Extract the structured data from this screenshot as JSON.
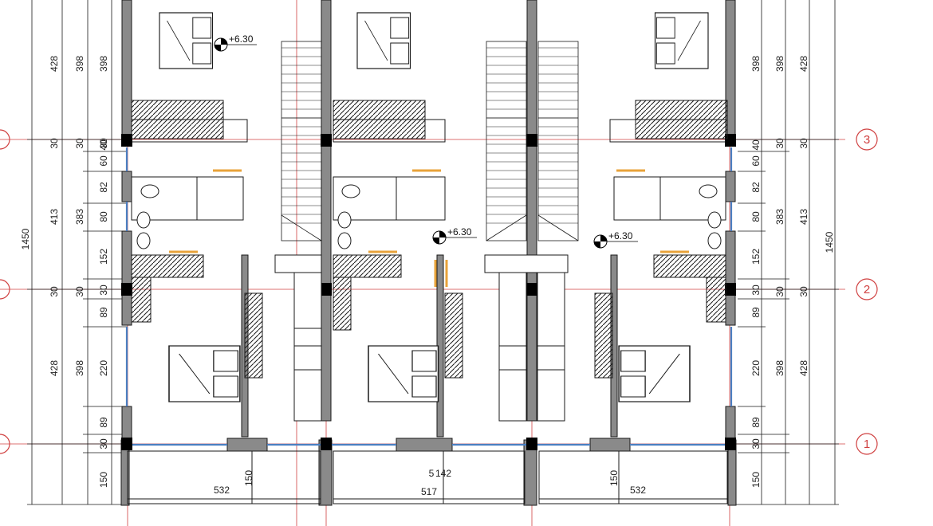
{
  "drawing": {
    "left_dimension_chain": {
      "inner": [
        "398",
        "30",
        "40",
        "60",
        "82",
        "80",
        "383",
        "152",
        "30",
        "89",
        "220",
        "398",
        "89",
        "30",
        "150"
      ],
      "middle": [
        "428",
        "30",
        "413",
        "30",
        "428"
      ],
      "overall": "1450",
      "inner_left": [
        "398",
        "30",
        "383",
        "30",
        "398"
      ]
    },
    "right_dimension_chain": {
      "inner": [
        "398",
        "40",
        "60",
        "82",
        "80",
        "383",
        "152",
        "30",
        "89",
        "220",
        "398",
        "89",
        "30",
        "150"
      ],
      "middle": [
        "398",
        "30",
        "383",
        "30",
        "398"
      ],
      "outer": [
        "428",
        "30",
        "413",
        "30",
        "428"
      ],
      "overall": "1450"
    },
    "level_marks": [
      "+6.30",
      "+6.30",
      "+6.30"
    ],
    "axis_labels": [
      "3",
      "2",
      "1"
    ],
    "bottom_dimensions": {
      "unit_left_width": "532",
      "unit_left_balcony": "150",
      "unit_mid_width": "517",
      "unit_mid_extra": "142",
      "unit_mid_balcony": "5",
      "unit_right_width": "532",
      "unit_right_balcony": "150"
    },
    "colors": {
      "wall": "#8a8a8a",
      "column": "#000000",
      "axis_line": "#d04040",
      "glazing": "#4a7fc1",
      "door_leaf": "#e8a33a",
      "line": "#1a1a1a"
    }
  }
}
